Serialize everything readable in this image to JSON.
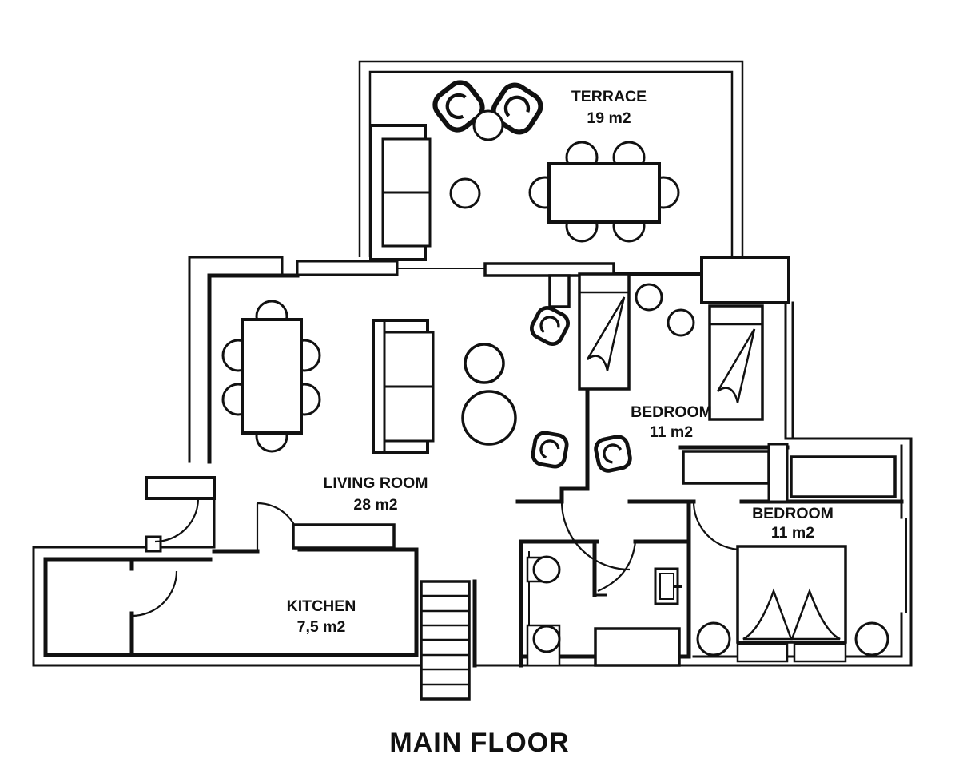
{
  "floor_plan": {
    "title": "MAIN FLOOR",
    "rooms": {
      "terrace": {
        "name": "TERRACE",
        "area": "19 m2"
      },
      "living_room": {
        "name": "LIVING ROOM",
        "area": "28 m2"
      },
      "bedroom_top": {
        "name": "BEDROOM",
        "area": "11 m2"
      },
      "bedroom_bottom": {
        "name": "BEDROOM",
        "area": "11 m2"
      },
      "kitchen": {
        "name": "KITCHEN",
        "area": "7,5 m2"
      }
    },
    "colors": {
      "line": "#111111",
      "background": "#ffffff"
    }
  }
}
